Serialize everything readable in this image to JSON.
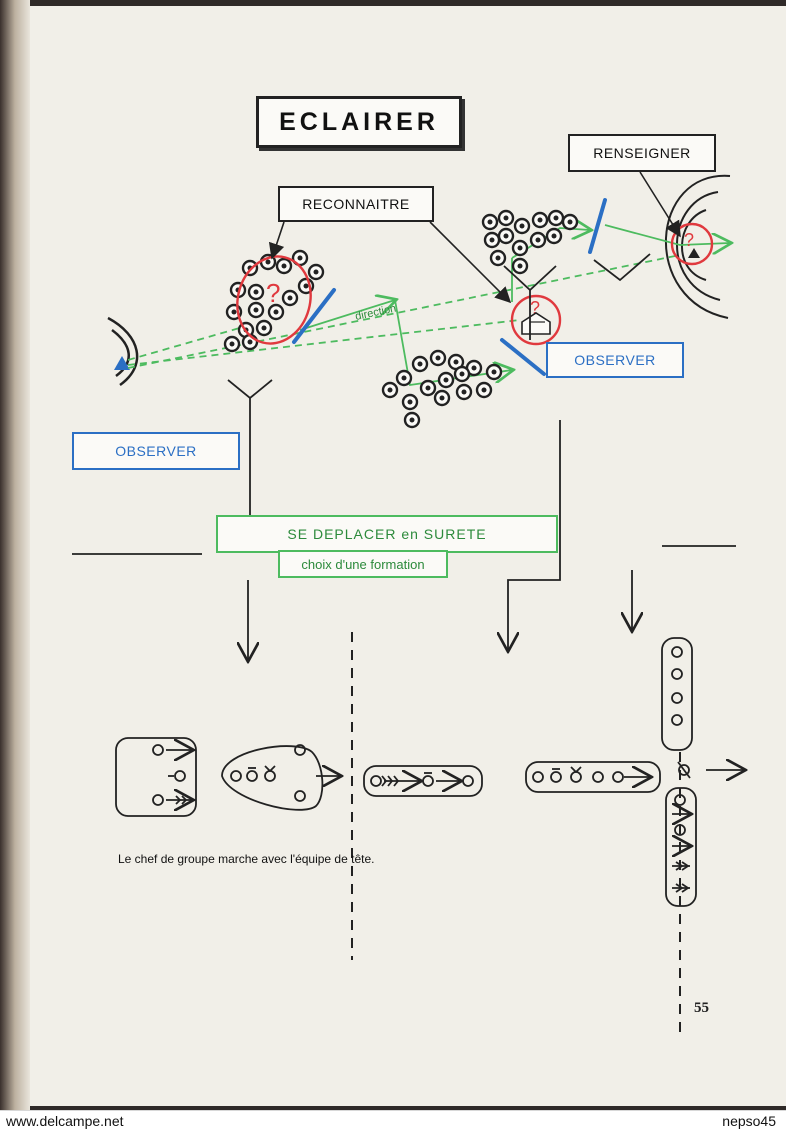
{
  "title": "ECLAIRER",
  "labels": {
    "renseigner": "RENSEIGNER",
    "reconnaitre": "RECONNAITRE",
    "observer_right": "OBSERVER",
    "observer_left": "OBSERVER",
    "se_deplacer": "SE DEPLACER en SURETE",
    "choix_formation": "choix d'une formation",
    "direction": "direction"
  },
  "caption": "Le chef de groupe marche avec l'équipe de tête.",
  "page_number": "55",
  "footer": {
    "left": "www.delcampe.net",
    "right": "nepso45"
  },
  "colors": {
    "blue": "#2b6fc4",
    "green": "#4dbb5f",
    "red": "#e0393e",
    "ink": "#222222"
  }
}
